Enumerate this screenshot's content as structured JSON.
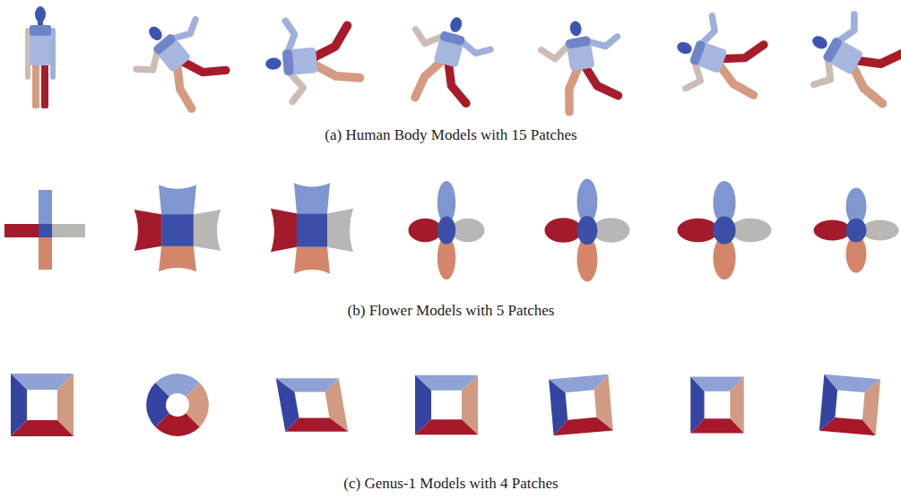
{
  "diagram": {
    "labels": [
      "(a) Human Body Models with 15 Patches",
      "(b) Flower Models with 5 Patches",
      "(c) Genus-1 Models with 4 Patches"
    ]
  }
}
